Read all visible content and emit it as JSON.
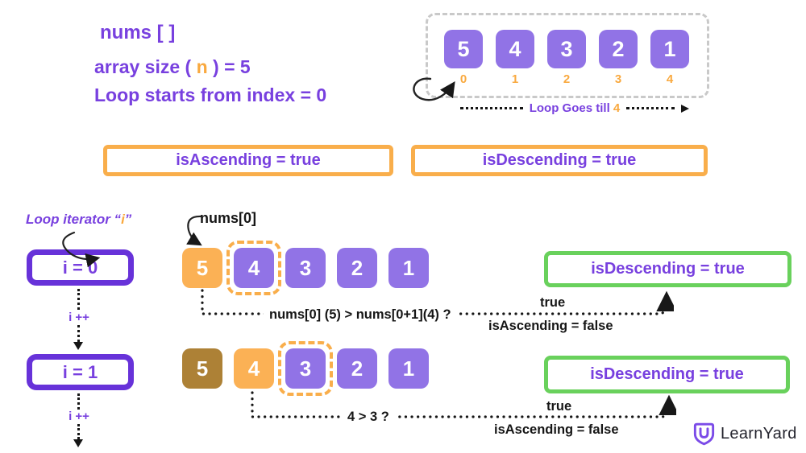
{
  "colors": {
    "purple_text": "#7840DF",
    "purple_square": "#9173E6",
    "purple_border": "#6732D9",
    "orange_square": "#FBB155",
    "orange_border": "#F9AE4B",
    "brown_square": "#AD8136",
    "green_border": "#69D15C",
    "ink": "#1C1C1C",
    "dash_gray": "#C9C9C9"
  },
  "header": {
    "title": "nums [ ]",
    "size_pre": "array size ( ",
    "size_n": "n",
    "size_post": " ) = 5",
    "loop_start": "Loop starts from index = 0"
  },
  "top_array": {
    "values": [
      "5",
      "4",
      "3",
      "2",
      "1"
    ],
    "indices": [
      "0",
      "1",
      "2",
      "3",
      "4"
    ],
    "loop_pre": "Loop Goes till ",
    "loop_num": "4"
  },
  "flags": {
    "ascending": "isAscending = true",
    "descending": "isDescending = true"
  },
  "iterator": {
    "label_pre": "Loop iterator “",
    "label_i": "i",
    "label_post": "”",
    "box_0": "i = 0",
    "box_1": "i = 1",
    "increment": "i ++"
  },
  "step1": {
    "pointer": "nums[0]",
    "squares": [
      "5",
      "4",
      "3",
      "2",
      "1"
    ],
    "condition": "nums[0] (5) > nums[0+1](4) ?",
    "branch": "true",
    "ascending_update": "isAscending = false",
    "descending_state": "isDescending = true"
  },
  "step2": {
    "squares": [
      "5",
      "4",
      "3",
      "2",
      "1"
    ],
    "condition": "4 > 3 ?",
    "branch": "true",
    "ascending_update": "isAscending = false",
    "descending_state": "isDescending = true"
  },
  "logo": {
    "name": "LearnYard"
  }
}
